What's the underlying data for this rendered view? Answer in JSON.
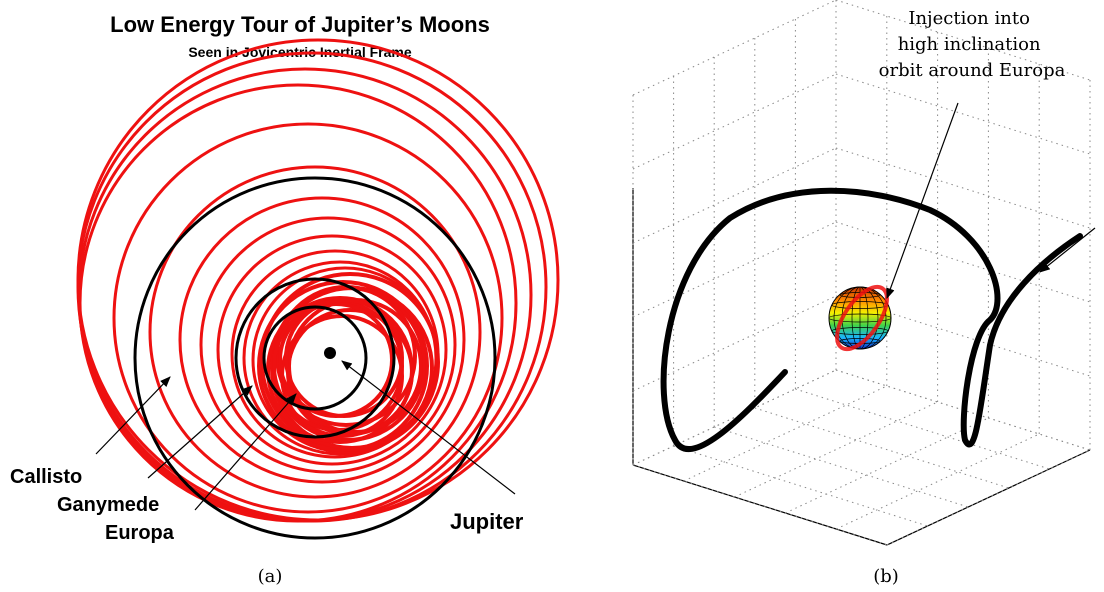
{
  "panel_a": {
    "title": "Low Energy Tour of Jupiter’s Moons",
    "subtitle": "Seen in Jovicentric Inertial Frame",
    "labels": {
      "callisto": "Callisto",
      "ganymede": "Ganymede",
      "europa": "Europa",
      "jupiter": "Jupiter"
    },
    "caption": "(a)",
    "colors": {
      "trajectory": "#ee1111",
      "orbits": "#000000"
    }
  },
  "panel_b": {
    "annotation_lines": [
      "Injection into",
      "high inclination",
      "orbit around Europa"
    ],
    "caption": "(b)",
    "colors": {
      "trajectory": "#000000",
      "grid": "#888888"
    }
  }
}
